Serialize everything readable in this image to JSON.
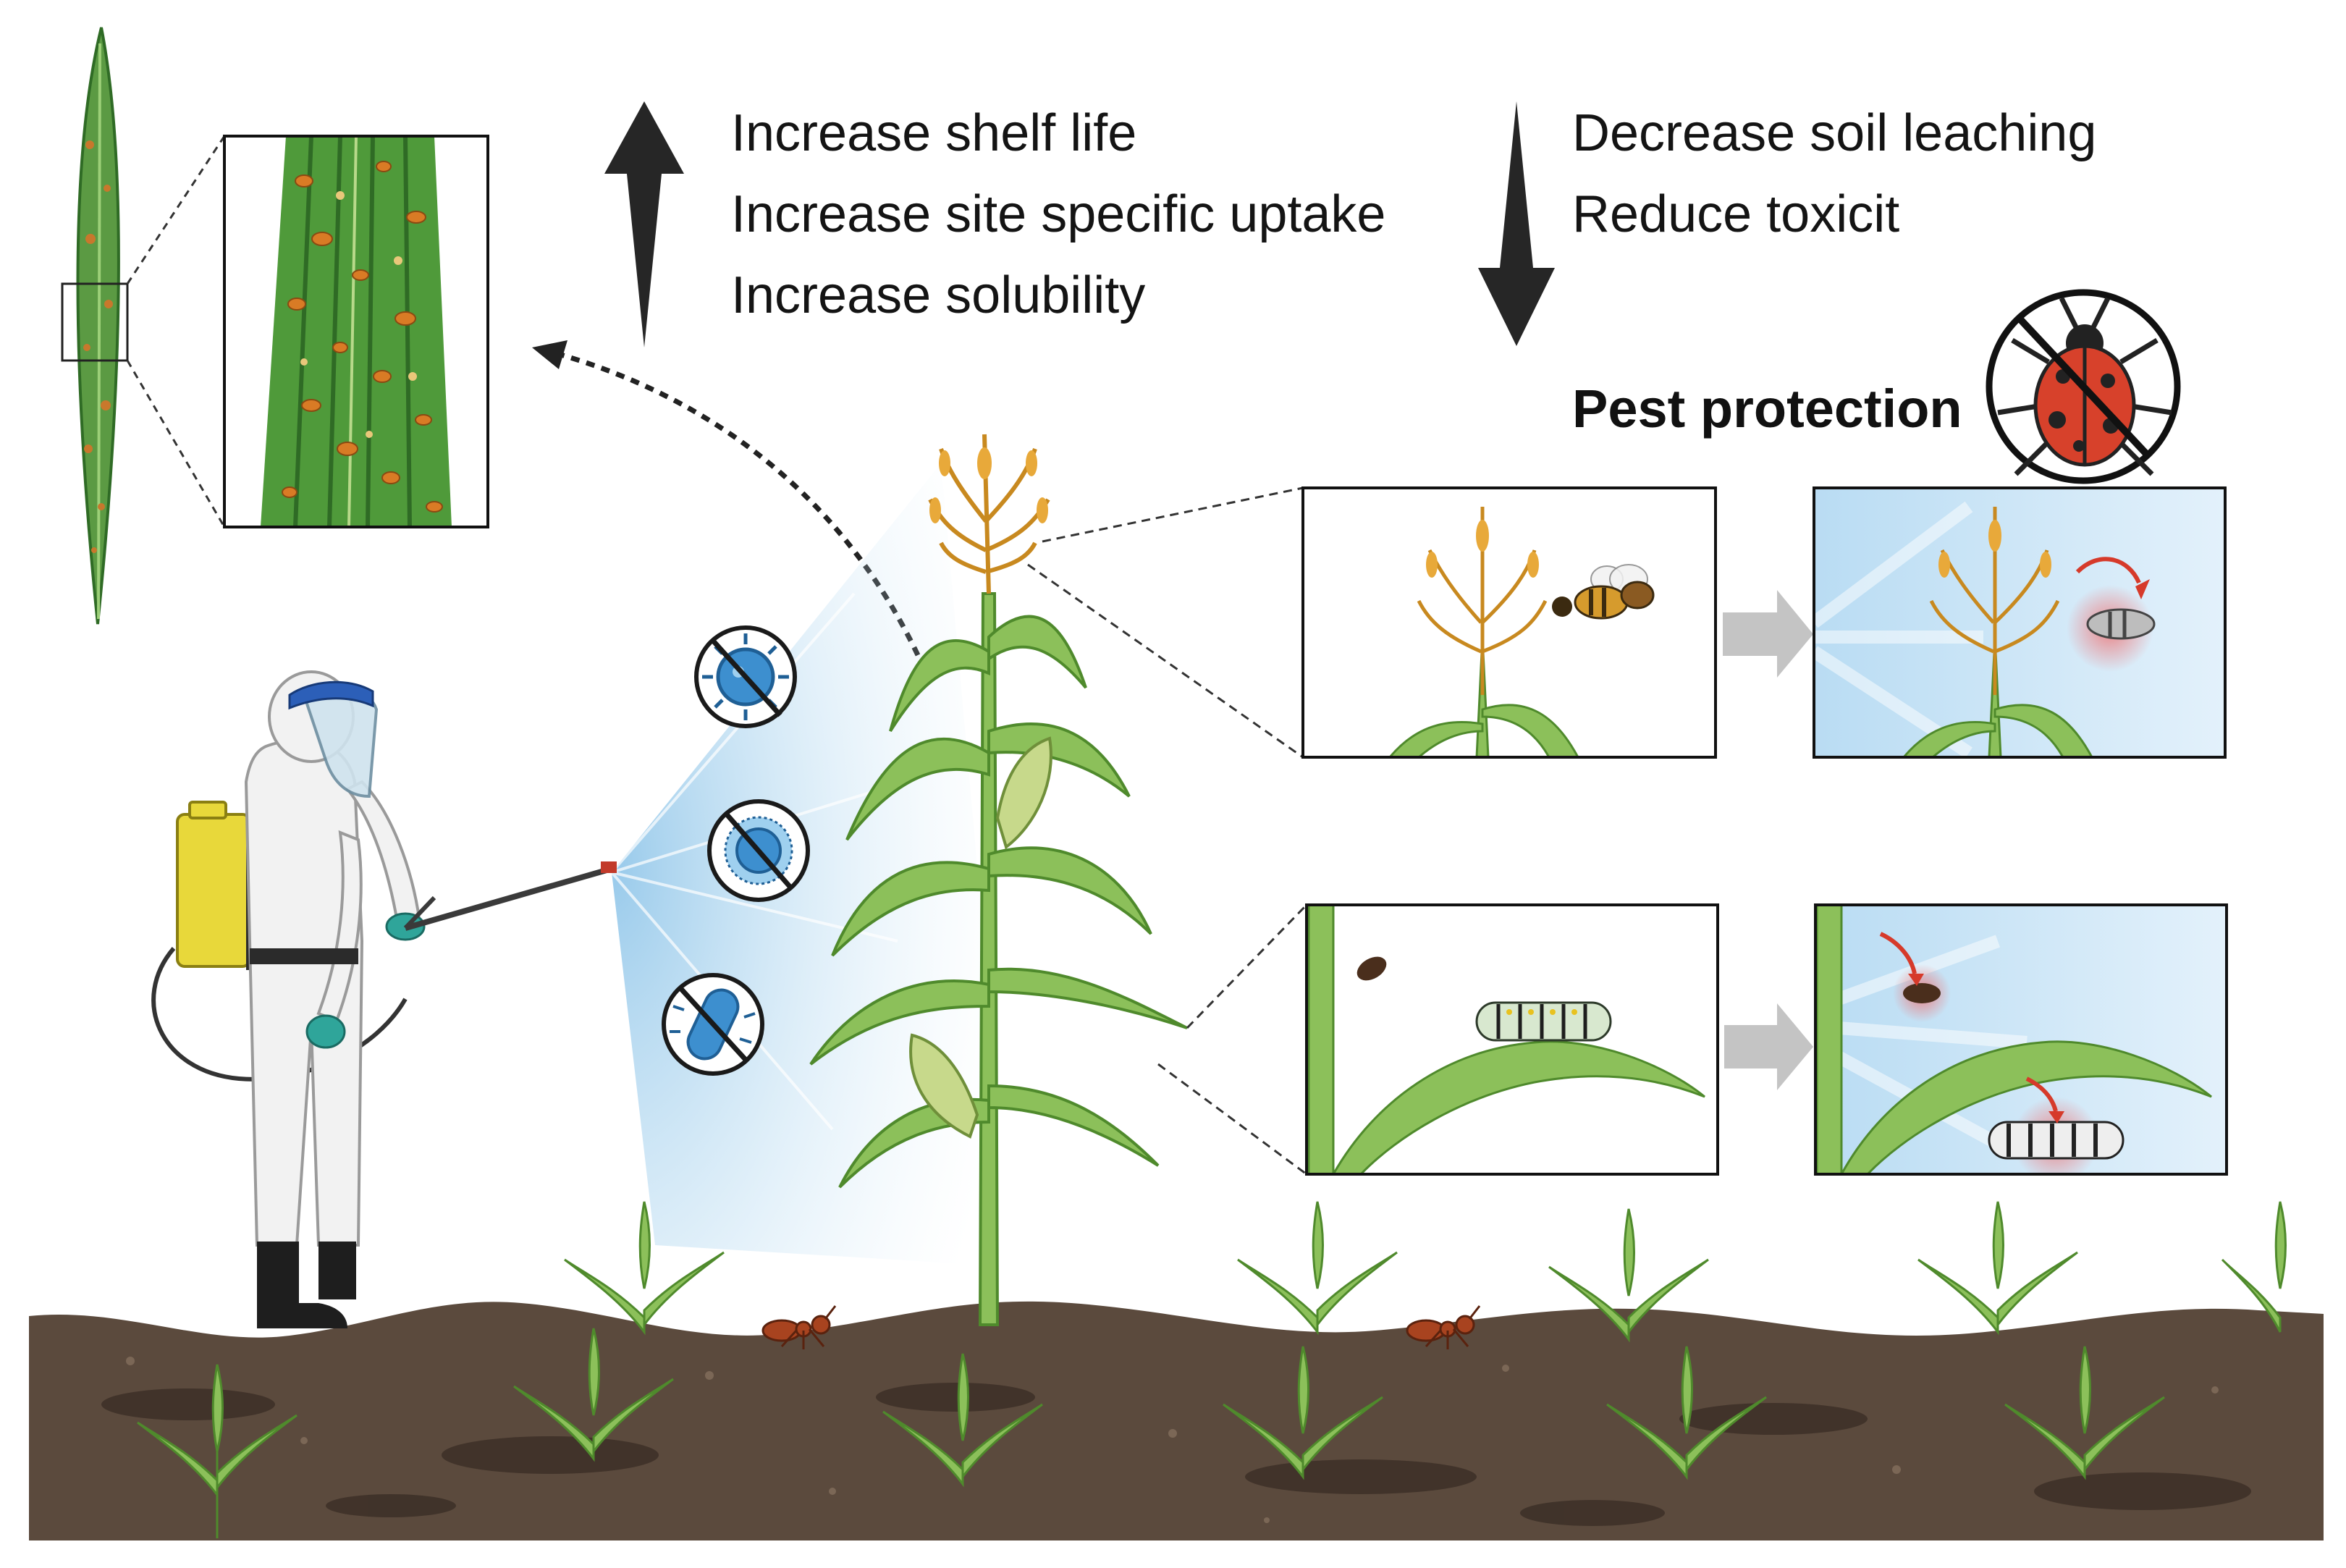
{
  "increase": {
    "items": [
      "Increase shelf life",
      "Increase site specific uptake",
      "Increase solubility"
    ]
  },
  "decrease": {
    "items": [
      "Decrease soil leaching",
      "Reduce toxicit"
    ]
  },
  "pest": {
    "title": "Pest protection"
  },
  "colors": {
    "soil": "#5b4a3d",
    "soil_dark": "#3e3128",
    "leaf": "#8cc05a",
    "leaf_dark": "#4f8a2c",
    "tassel": "#e8a93a",
    "spray": "#9fd0ef",
    "suit": "#f2f2f2",
    "tank": "#e8d83a",
    "glove": "#2fa59a",
    "arrow": "#262626",
    "gray_arrow": "#c4c4c4",
    "panel_sky": "#d4eaf8",
    "ladybug": "#d7412b",
    "nano_blue": "#3d8fcf"
  },
  "icons": [
    "virus-icon",
    "fungus-spore-icon",
    "bacterium-icon",
    "ladybug-icon",
    "bee-icon",
    "caterpillar-icon",
    "ant-icon"
  ]
}
